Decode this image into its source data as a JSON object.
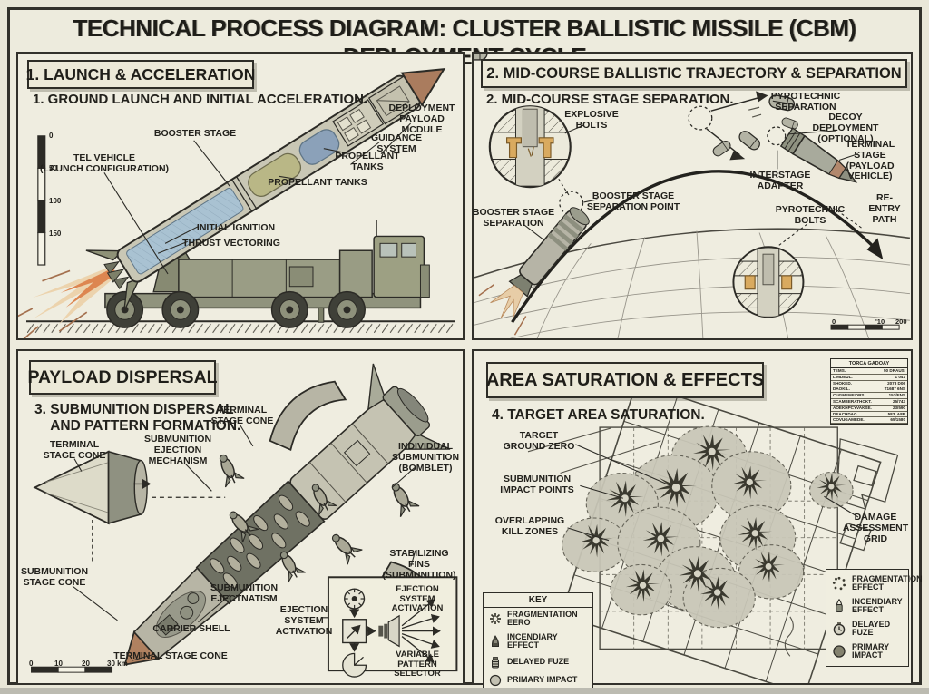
{
  "title": "TECHNICAL PROCESS DIAGRAM: CLUSTER BALLISTIC MISSILE (CBM) DEPLOYMENT CYCLE",
  "colors": {
    "paper": "#edebdd",
    "ink": "#22211c",
    "olive": "#9a9d85",
    "nose_tan": "#aa7c5e",
    "tank_blue": "#8ba1b9",
    "tank_khaki": "#b9b786",
    "bolt_gold": "#d9aa5f",
    "kill_zone": "#c9c7b8"
  },
  "q1": {
    "header": "1. LAUNCH & ACCELERATION",
    "subtitle": "1. GROUND LAUNCH AND INITIAL ACCELERATION.",
    "scale": [
      "0",
      "50",
      "100",
      "150"
    ],
    "labels": {
      "booster": "BOOSTER STAGE",
      "tel": "TEL VEHICLE\n(LAUNCH CONFIGURATION)",
      "deploy": "DEPLOYMENT\nPAYLOAD MCDULE",
      "guidance": "GUIDANCE SYSTEM",
      "prop1": "PROPELLANT TANKS",
      "prop2": "PROPELLANT TANKS",
      "ignition": "INITIAL IGNITION",
      "thrust": "THRUST VECTORING"
    }
  },
  "q2": {
    "header": "2. MID-COURSE BALLISTIC TRAJECTORY & SEPARATION",
    "subtitle": "2. MID-COURSE STAGE SEPARATION.",
    "scale": [
      "0",
      "'10",
      "200"
    ],
    "labels": {
      "explosive_bolts": "EXPLOSIVE\nBOLTS",
      "pyro_sep": "PYROTECHNIC\nSEPARATION",
      "decoy": "DECOY DEPLOYMENT\n(OPTIONAL)",
      "terminal": "TERMINAL STAGE\n(PAYLOAD VEHICLE)",
      "interstage": "INTERSTAGE\nADAPTER",
      "reentry": "RE-ENTRY\nPATH",
      "pyro_bolts": "PYROTECHNIC\nBOLTS",
      "sep_point": "BOOSTER STAGE\nSEPARATION POINT",
      "booster_sep": "BOOSTER STAGE\nSEPARATION"
    }
  },
  "q3": {
    "header": "PAYLOAD DISPERSAL",
    "subtitle": "3. SUBMUNITION DISPERSAL\n    AND PATTERN FORMATION.",
    "scale": [
      "0",
      "10",
      "20",
      "30 km"
    ],
    "labels": {
      "terminal_left": "TERMINAL\nSTAGE CONE",
      "eject_mech": "SUBMUNITION\nEJECTION\nMECHANISM",
      "terminal_top": "TERMINAL\nSTAGE CONE",
      "bomblet": "INDIVIDUAL\nSUBMUNITION\n(BOMBLET)",
      "sub_cone": "SUBMUNITION\nSTAGE CONE",
      "ejectnatism": "SUBMUNITION\nEJECTNATISM",
      "carrier": "CARRIER SHELL",
      "terminal_bottom": "TERMINAL STAGE CONE",
      "fins": "STABILIZING FINS\n(SUBMUNITION)",
      "eject_sys": "EJECTION\nSYSTEM\nACTIVATION",
      "eject_sys_inset": "EJECTION SYSTEM\nACTIVATION",
      "pattern_selector": "VARIABLE PATTERN\nSELECTOR"
    }
  },
  "q4": {
    "header": "AREA SATURATION & EFFECTS",
    "subtitle": "4. TARGET AREA SATURATION.",
    "labels": {
      "ground_zero": "TARGET\nGROUND ZERO",
      "impacts": "SUBMUNITION\nIMPACT POINTS",
      "overlap": "OVERLAPPING\nKILL ZONES",
      "damage_grid": "DAMAGE\nASSESSMENT\nGRID"
    },
    "table": {
      "title": "TORCA GADOAY",
      "rows": [
        {
          "k": "TEMS.",
          "v": "50 DRAUS."
        },
        {
          "k": "LIMDEUL.",
          "v": "1 041"
        },
        {
          "k": "SHOKED.",
          "v": "2073 D06"
        },
        {
          "k": "DAOKIL.",
          "v": "T1687 6NS"
        },
        {
          "k": "CUGMENEIDRS.",
          "v": "151/ENS"
        },
        {
          "k": "SCAMBERATHOKT.",
          "v": "25/743"
        },
        {
          "k": "AOEKHPCYVAKSE.",
          "v": "23/590"
        },
        {
          "k": "DEACHDAG.",
          "v": "583 .A8B"
        },
        {
          "k": "COVUGAMEDE.",
          "v": "65/1580"
        }
      ]
    },
    "key": {
      "title": "KEY",
      "items": [
        "FRAGMENTATION EERO",
        "INCENDIARY EFFECT",
        "DELAYED FUZE",
        "PRIMARY IMPACT"
      ]
    },
    "legend": {
      "items": [
        "FRAGMENTATION\nEFFECT",
        "INCENDIARY\nEFFECT",
        "DELAYED\nFUZE",
        "PRIMARY IMPACT"
      ]
    }
  }
}
